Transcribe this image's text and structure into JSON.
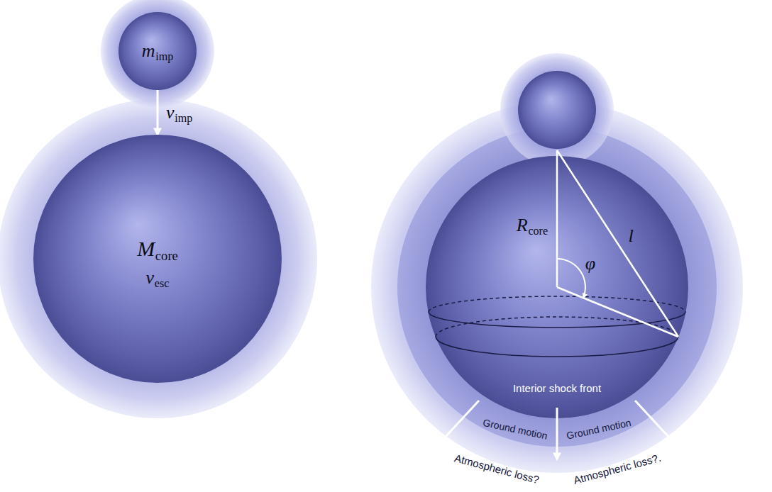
{
  "diagram": {
    "nodes": [
      {
        "text": [
          "mimp"
        ]
      },
      {
        "text": [
          "Mcore",
          "vesc"
        ]
      },
      {
        "text": [
          "Rcore",
          "φ",
          "Interior shock front"
        ]
      }
    ],
    "edges": [
      {
        "from": 0,
        "to": 1,
        "arrow": "to",
        "label": "vimp"
      }
    ],
    "labels": [
      "l",
      "Ground motion",
      "Ground motion",
      "Atmospheric loss?",
      "Atmospheric loss?."
    ]
  }
}
